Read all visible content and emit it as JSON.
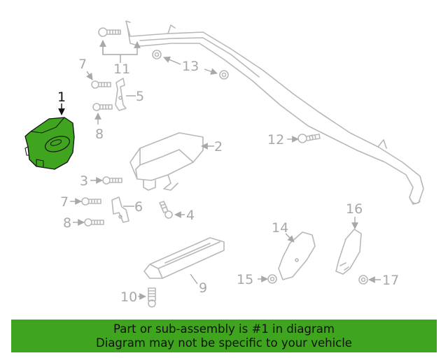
{
  "highlight_color": "#3fa51f",
  "banner": {
    "line1": "Part or sub-assembly is #1 in diagram",
    "line2": "Diagram may not be specific to your vehicle"
  },
  "callouts": {
    "c1": "1",
    "c2": "2",
    "c3": "3",
    "c4": "4",
    "c5": "5",
    "c6": "6",
    "c7a": "7",
    "c7b": "7",
    "c8a": "8",
    "c8b": "8",
    "c9": "9",
    "c10": "10",
    "c11": "11",
    "c12": "12",
    "c13": "13",
    "c14": "14",
    "c15": "15",
    "c16": "16",
    "c17": "17"
  }
}
